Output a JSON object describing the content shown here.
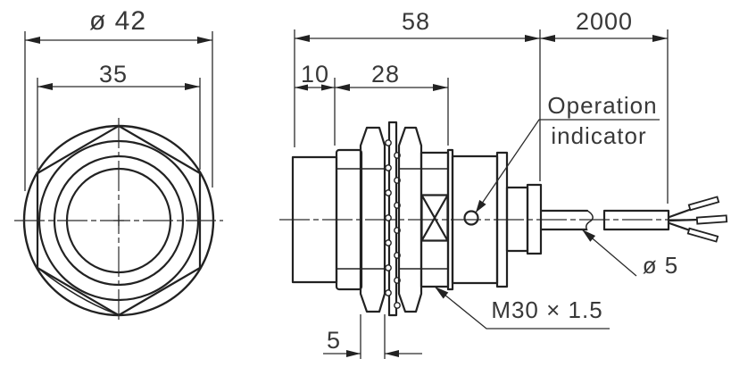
{
  "front_view": {
    "diameter_label": "ø 42",
    "across_flats_label": "35"
  },
  "side_view": {
    "total_length_label": "58",
    "cable_length_label": "2000",
    "head_length_label": "10",
    "thread_length_label": "28",
    "nut_thickness_label": "5",
    "operation_indicator_line1": "Operation",
    "operation_indicator_line2": "indicator",
    "thread_spec_label": "M30 × 1.5",
    "cable_diameter_label": "ø 5"
  },
  "colors": {
    "line": "#222222",
    "text": "#383838",
    "background": "#ffffff"
  }
}
